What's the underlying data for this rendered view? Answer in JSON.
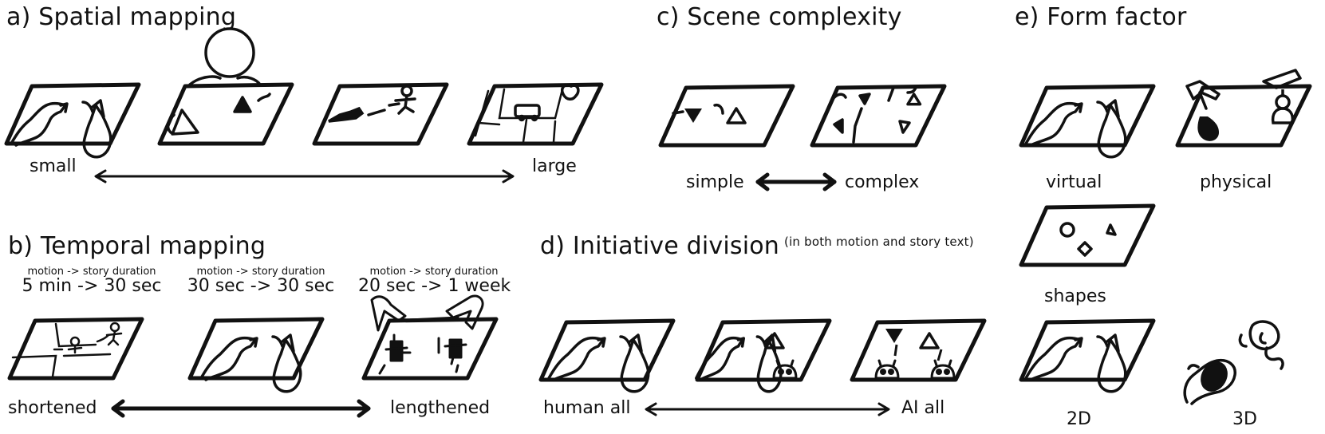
{
  "sections": {
    "spatial": {
      "title": "a) Spatial mapping",
      "min_label": "small",
      "max_label": "large"
    },
    "temporal": {
      "title": "b) Temporal mapping",
      "captions": [
        {
          "header": "motion -> story duration",
          "value": "5 min -> 30 sec"
        },
        {
          "header": "motion -> story duration",
          "value": "30 sec -> 30 sec"
        },
        {
          "header": "motion -> story duration",
          "value": "20 sec -> 1 week"
        }
      ],
      "min_label": "shortened",
      "max_label": "lengthened"
    },
    "complexity": {
      "title": "c) Scene complexity",
      "min_label": "simple",
      "max_label": "complex"
    },
    "initiative": {
      "title": "d) Initiative division",
      "note": "(in both motion and story text)",
      "min_label": "human all",
      "max_label": "AI all"
    },
    "form": {
      "title": "e) Form factor",
      "labels": {
        "virtual": "virtual",
        "physical": "physical",
        "shapes": "shapes",
        "two_d": "2D",
        "three_d": "3D"
      }
    }
  }
}
